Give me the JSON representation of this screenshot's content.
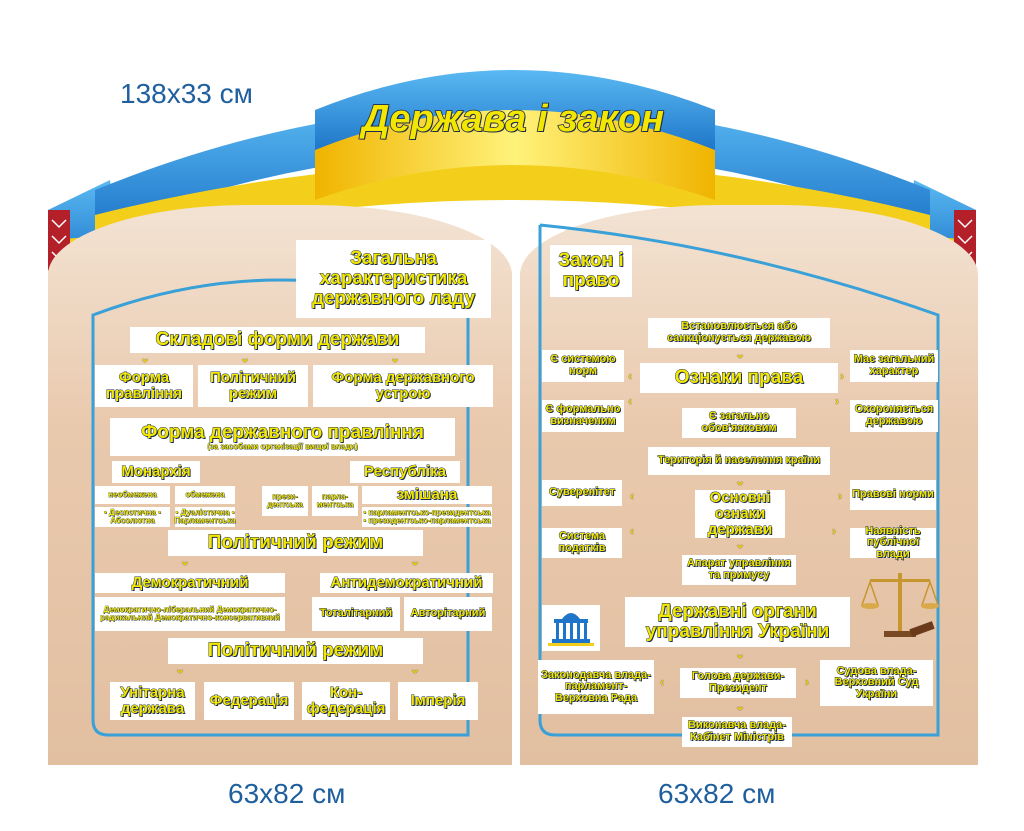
{
  "title": "Держава і закон",
  "sizes": {
    "banner": "138x33 см",
    "left": "63x82 см",
    "right": "63x82 см"
  },
  "colors": {
    "ribbon_blue": "#2f8fdc",
    "ribbon_yellow": "#f6d21a",
    "text_yellow": "#f3e600",
    "outline": "#1b2b4a",
    "frame": "#3aa0d8",
    "panel": "#e9c9ad",
    "dim_text": "#1f5f9e"
  },
  "left": {
    "header": "Загальна характеристика державного ладу",
    "forms_title": "Складові форми держави",
    "forms": [
      "Форма правління",
      "Політичний режим",
      "Форма державного устрою"
    ],
    "gov_title": "Форма державного правління",
    "gov_sub": "(за засобами організації вищої влади)",
    "monarchy": "Монархія",
    "republic": "Республіка",
    "monarchy_types": [
      "необмежена",
      "обмежена"
    ],
    "monarchy_sub": [
      "• Деспотична • Абсолютна",
      "• Дуалістична • Парламентська"
    ],
    "republic_types": [
      "прези- дентська",
      "парла- ментська",
      "змішана"
    ],
    "mixed_sub": "• парламентсько-президентська • президентсько-парламентська",
    "regime_title": "Політичний режим",
    "democratic": "Демократичний",
    "antidemocratic": "Антидемократичний",
    "democratic_list": "Демократично-ліберальний Демократично-радикальний Демократично-консервативний",
    "anti_list": [
      "Тоталітарний",
      "Авторітарний"
    ],
    "structure_title": "Політичний режим",
    "structure_list": [
      "Унітарна держава",
      "Федерація",
      "Кон- федерація",
      "Імперія"
    ]
  },
  "right": {
    "law_title": "Закон і право",
    "established": "Встановлюється або санкціонується державою",
    "signs_title": "Ознаки права",
    "signs_left": [
      "Є системою норм",
      "Є формально визначеним"
    ],
    "signs_right": [
      "Має загальний характер",
      "Охороняється державою"
    ],
    "signs_center": "Є загально обов'язковим",
    "territory": "Територія й населення країни",
    "state_title": "Основні ознаки держави",
    "state_left": [
      "Суверенітет",
      "Система податків"
    ],
    "state_right": [
      "Правові норми",
      "Наявність публічної влади"
    ],
    "apparatus": "Апарат управління та примусу",
    "organs_title": "Державні органи управління України",
    "legislative": "Законодавча влада- парламент- Верховна Рада",
    "president": "Голова держави- Президент",
    "judicial": "Судова влада- Верховний Суд України",
    "executive": "Виконавча влада- Кабінет Міністрів"
  }
}
